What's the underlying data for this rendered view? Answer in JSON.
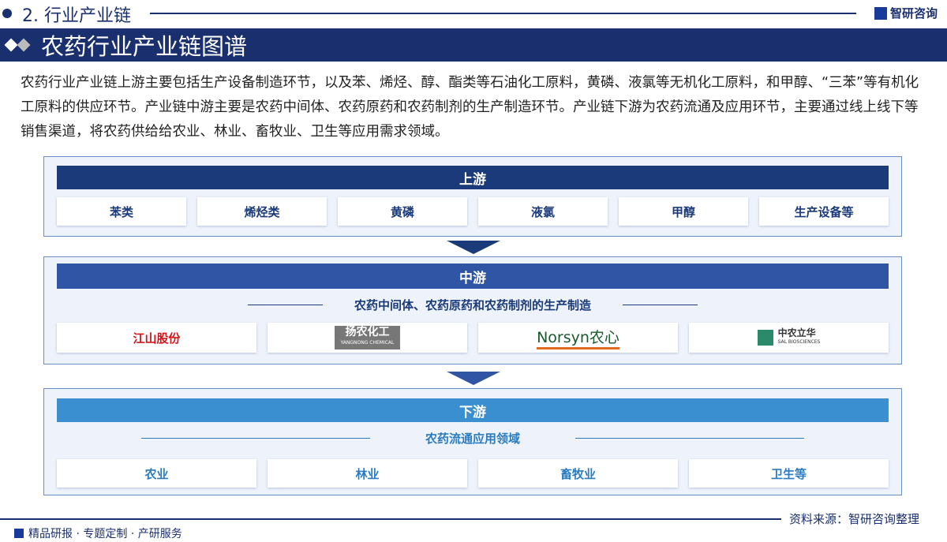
{
  "header": {
    "section": "2. 行业产业链",
    "brand": "智研咨询",
    "title": "农药行业产业链图谱"
  },
  "intro": "农药行业产业链上游主要包括生产设备制造环节，以及苯、烯烃、醇、酯类等石油化工原料，黄磷、液氯等无机化工原料，和甲醇、“三苯”等有机化工原料的供应环节。产业链中游主要是农药中间体、农药原药和农药制剂的生产制造环节。产业链下游为农药流通及应用环节，主要通过线上线下等销售渠道，将农药供给给农业、林业、畜牧业、卫生等应用需求领域。",
  "upstream": {
    "title": "上游",
    "items": [
      "苯类",
      "烯烃类",
      "黄磷",
      "液氯",
      "甲醇",
      "生产设备等"
    ]
  },
  "midstream": {
    "title": "中游",
    "subtitle": "农药中间体、农药原药和农药制剂的生产制造",
    "companies": [
      "江山股份",
      "扬农化工",
      "Norsyn农心",
      "中农立华"
    ],
    "company_sub": [
      "",
      "YANGNONG CHEMICAL",
      "",
      "SAL BIOSCIENCES"
    ]
  },
  "downstream": {
    "title": "下游",
    "subtitle": "农药流通应用领域",
    "items": [
      "农业",
      "林业",
      "畜牧业",
      "卫生等"
    ]
  },
  "footer": {
    "source": "资料来源：智研咨询整理",
    "tagline": "精品研报 · 专题定制 · 产研服务"
  },
  "colors": {
    "navy": "#1a2f6e",
    "up": "#1a3a7a",
    "mid": "#2f55a4",
    "down": "#3a8fd0"
  }
}
